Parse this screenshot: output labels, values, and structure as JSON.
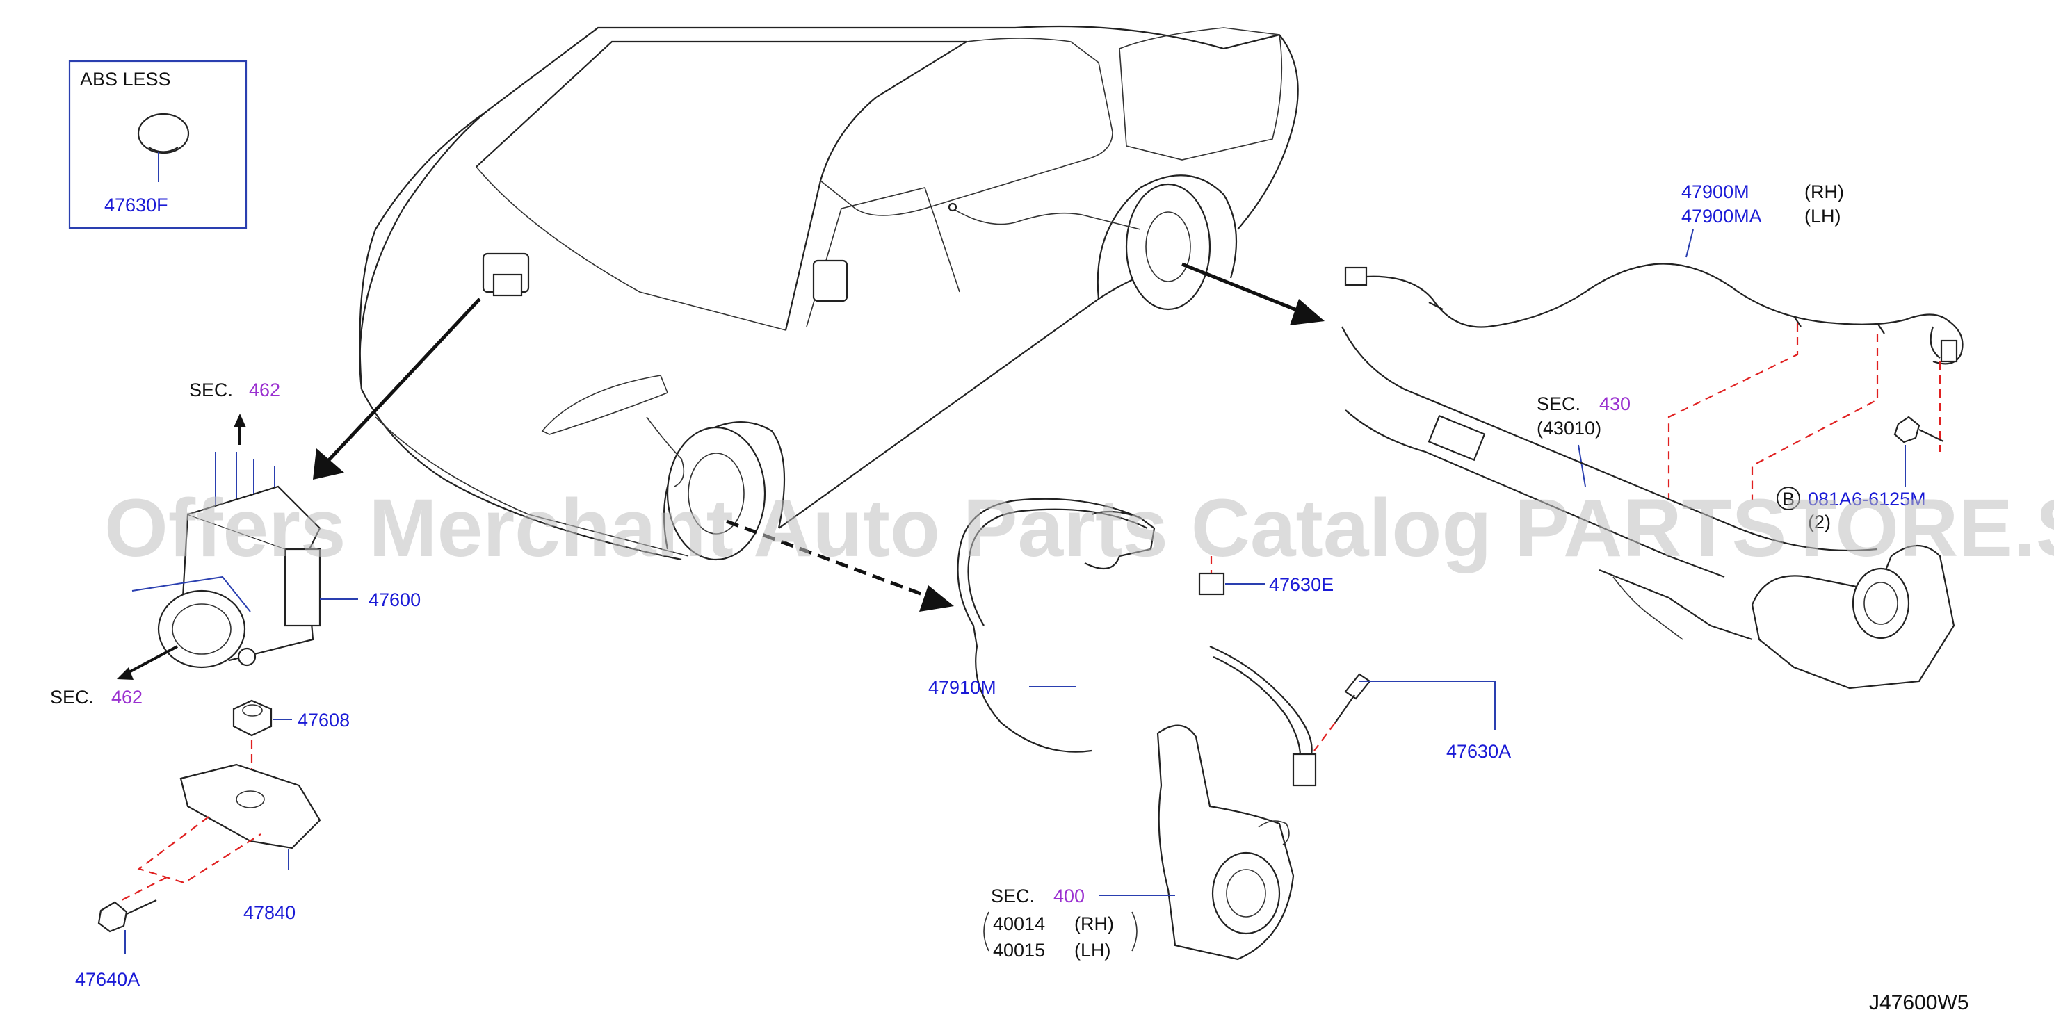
{
  "inset": {
    "header": "ABS   LESS",
    "part": "47630F"
  },
  "sections": {
    "sec_label": "SEC.",
    "top": "462",
    "left": "462",
    "rear": "430",
    "rear_sub": "(43010)",
    "knuckle": "400"
  },
  "parts": {
    "abs_actuator": "47600",
    "nut": "47608",
    "bracket": "47840",
    "bolt_bracket": "47640A",
    "front_sensor": "47910M",
    "clip": "47630E",
    "bolt_sensor": "47630A",
    "rear_sensor_rh": "47900M",
    "rear_sensor_lh": "47900MA",
    "rear_bolt_ref": "081A6-6125M",
    "rear_bolt_qty": "(2)",
    "rear_bolt_marker": "B",
    "knuckle_rh": "40014",
    "knuckle_lh": "40015"
  },
  "side": {
    "rh": "(RH)",
    "lh": "(LH)"
  },
  "diagram_code": "J47600W5",
  "watermark": "Offers Merchant Auto Parts Catalog PARTSTORE.SA",
  "colors": {
    "part_number": "#1a1ad6",
    "section_number": "#9a30d0",
    "guide_line": "#e02020",
    "watermark": "#bfbfbf"
  }
}
